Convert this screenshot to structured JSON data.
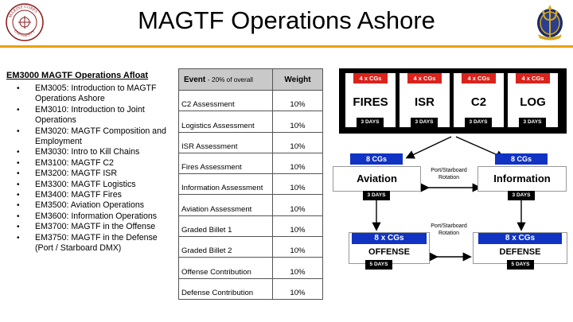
{
  "header": {
    "title": "MAGTF Operations Ashore",
    "left_logo_text": "MARINE CORPS UNIVERSITY",
    "rule_color": "#e8a100"
  },
  "course": {
    "heading": "EM3000 MAGTF Operations Afloat",
    "items": [
      "EM3005: Introduction to MAGTF Operations Ashore",
      "EM3010: Introduction to Joint Operations",
      "EM3020: MAGTF Composition and Employment",
      "EM3030: Intro to Kill Chains",
      "EM3100: MAGTF C2",
      "EM3200: MAGTF ISR",
      "EM3300: MAGTF Logistics",
      "EM3400: MAGTF Fires",
      "EM3500: Aviation Operations",
      "EM3600: Information Operations",
      "EM3700: MAGTF in the Offense",
      "EM3750: MAGTF in the Defense (Port / Starboard DMX)"
    ]
  },
  "table": {
    "col_event": "Event",
    "col_event_sub": "- 20% of overall",
    "col_weight": "Weight",
    "rows": [
      {
        "event": "C2 Assessment",
        "weight": "10%"
      },
      {
        "event": "Logistics Assessment",
        "weight": "10%"
      },
      {
        "event": "ISR Assessment",
        "weight": "10%"
      },
      {
        "event": "Fires Assessment",
        "weight": "10%"
      },
      {
        "event": "Information Assessment",
        "weight": "10%"
      },
      {
        "event": "Aviation Assessment",
        "weight": "10%"
      },
      {
        "event": "Graded Billet 1",
        "weight": "10%"
      },
      {
        "event": "Graded Billet 2",
        "weight": "10%"
      },
      {
        "event": "Offense Contribution",
        "weight": "10%"
      },
      {
        "event": "Defense Contribution",
        "weight": "10%"
      }
    ]
  },
  "diagram": {
    "phase1": [
      {
        "cg": "4 x CGs",
        "label": "FIRES",
        "days": "3 DAYS"
      },
      {
        "cg": "4 x CGs",
        "label": "ISR",
        "days": "3 DAYS"
      },
      {
        "cg": "4 x CGs",
        "label": "C2",
        "days": "3 DAYS"
      },
      {
        "cg": "4 x CGs",
        "label": "LOG",
        "days": "3 DAYS"
      }
    ],
    "aviation": {
      "cg": "8 CGs",
      "label": "Aviation",
      "days": "3 DAYS"
    },
    "information": {
      "cg": "8 CGs",
      "label": "Information",
      "days": "3 DAYS"
    },
    "offense": {
      "cg": "8 x CGs",
      "label": "OFFENSE",
      "days": "5 DAYS"
    },
    "defense": {
      "cg": "8 x CGs",
      "label": "DEFENSE",
      "days": "5 DAYS"
    },
    "rotation_top": [
      "Port/Starboard",
      "Rotation"
    ],
    "rotation_bottom": [
      "Port/Starboard",
      "Rotation"
    ],
    "colors": {
      "red": "#d9231c",
      "blue": "#1033c4"
    }
  }
}
